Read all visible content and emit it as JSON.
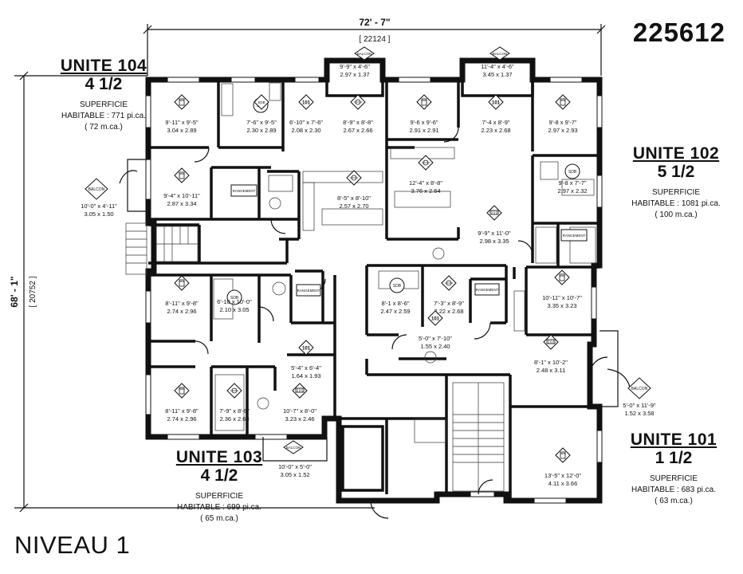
{
  "project_number": "225612",
  "level": "NIVEAU 1",
  "overall": {
    "width_ft": "72' - 7\"",
    "width_mm": "[ 22124 ]",
    "depth_ft": "68' - 1\"",
    "depth_mm": "[ 20752 ]"
  },
  "units": {
    "u104": {
      "name": "UNITE 104",
      "rooms": "4 1/2",
      "superficie": "SUPERFICIE",
      "habitable": "HABITABLE : 771 pi.ca.",
      "metric": "( 72 m.ca.)"
    },
    "u102": {
      "name": "UNITE 102",
      "rooms": "5 1/2",
      "superficie": "SUPERFICIE",
      "habitable": "HABITABLE : 1081 pi.ca.",
      "metric": "( 100 m.ca.)"
    },
    "u103": {
      "name": "UNITE 103",
      "rooms": "4 1/2",
      "superficie": "SUPERFICIE",
      "habitable": "HABITABLE : 699 pi.ca.",
      "metric": "( 65 m.ca.)"
    },
    "u101": {
      "name": "UNITE 101",
      "rooms": "1 1/2",
      "superficie": "SUPERFICIE",
      "habitable": "HABITABLE : 683 pi.ca.",
      "metric": "( 63 m.ca.)"
    }
  },
  "tags": {
    "balcon": "BALCON",
    "sdb": "SDB",
    "rangement": "RANGEMENT"
  },
  "rooms": [
    {
      "imp": "9'-11\" x 9'-5\"",
      "met": "3.04 x 2.89",
      "icon": "bed"
    },
    {
      "imp": "7'-6\" x 9'-5\"",
      "met": "2.30 x 2.89",
      "icon": "sdb"
    },
    {
      "imp": "6'-10\" x 7'-6\"",
      "met": "2.08 x 2.30",
      "icon": "101"
    },
    {
      "imp": "8'-9\" x 8'-8\"",
      "met": "2.67 x 2.66",
      "icon": "table"
    },
    {
      "imp": "9'-4\" x 10'-11\"",
      "met": "2.87 x 3.34",
      "icon": "bed"
    },
    {
      "imp": "8'-5\" x 8'-10\"",
      "met": "2.57 x 2.70",
      "icon": "table"
    },
    {
      "imp": "9'-9\" x 4'-6\"",
      "met": "2.97 x 1.37",
      "icon": ""
    },
    {
      "imp": "11'-4\" x 4'-6\"",
      "met": "3.45 x 1.37",
      "icon": ""
    },
    {
      "imp": "9'-6 x 9'-6\"",
      "met": "2.91 x 2.91",
      "icon": "bed"
    },
    {
      "imp": "7'-4 x 8'-9\"",
      "met": "2.23 x 2.68",
      "icon": "101"
    },
    {
      "imp": "9'-8 x 9'-7\"",
      "met": "2.97 x 2.93",
      "icon": "bed"
    },
    {
      "imp": "12'-4\" x 8'-8\"",
      "met": "3.76 x 2.64",
      "icon": "table"
    },
    {
      "imp": "9'-8 x 7'-7\"",
      "met": "2.97 x 2.32",
      "icon": ""
    },
    {
      "imp": "9'-9\" x 11'-0\"",
      "met": "2.98 x 3.35",
      "icon": "sofa"
    },
    {
      "imp": "8'-11\" x 9'-8\"",
      "met": "2.74 x 2.96",
      "icon": "bed"
    },
    {
      "imp": "6'-10 x 10'-0\"",
      "met": "2.10 x 3.05",
      "icon": ""
    },
    {
      "imp": "8'-1 x 8'-6\"",
      "met": "2.47 x 2.59",
      "icon": ""
    },
    {
      "imp": "7'-3\" x 8'-9\"",
      "met": "2.22 x 2.68",
      "icon": "table"
    },
    {
      "imp": "10'-11\" x 10'-7\"",
      "met": "3.35 x 3.23",
      "icon": "bed"
    },
    {
      "imp": "5'-4\" x 6'-4\"",
      "met": "1.64 x 1.93",
      "icon": "101"
    },
    {
      "imp": "5'-0\" x 7'-10\"",
      "met": "1.55 x 2.40",
      "icon": "101"
    },
    {
      "imp": "8'-1\" x 10'-2\"",
      "met": "2.48 x 3.11",
      "icon": "sofa"
    },
    {
      "imp": "8'-11\" x 9'-8\"",
      "met": "2.74 x 2.96",
      "icon": "bed"
    },
    {
      "imp": "7'-9\" x 8'-9\"",
      "met": "2.36 x 2.68",
      "icon": "table"
    },
    {
      "imp": "10'-7\" x 8'-0\"",
      "met": "3.23 x 2.46",
      "icon": "sofa"
    },
    {
      "imp": "10'-0\" x 5'-0\"",
      "met": "3.05 x 1.52",
      "icon": ""
    },
    {
      "imp": "13'-5\" x 12'-0\"",
      "met": "4.11 x 3.66",
      "icon": "bed"
    },
    {
      "imp": "10'-0\" x 4'-11\"",
      "met": "3.05 x 1.50",
      "icon": ""
    },
    {
      "imp": "5'-0\" x 11'-9\"",
      "met": "1.52 x 3.58",
      "icon": ""
    }
  ]
}
